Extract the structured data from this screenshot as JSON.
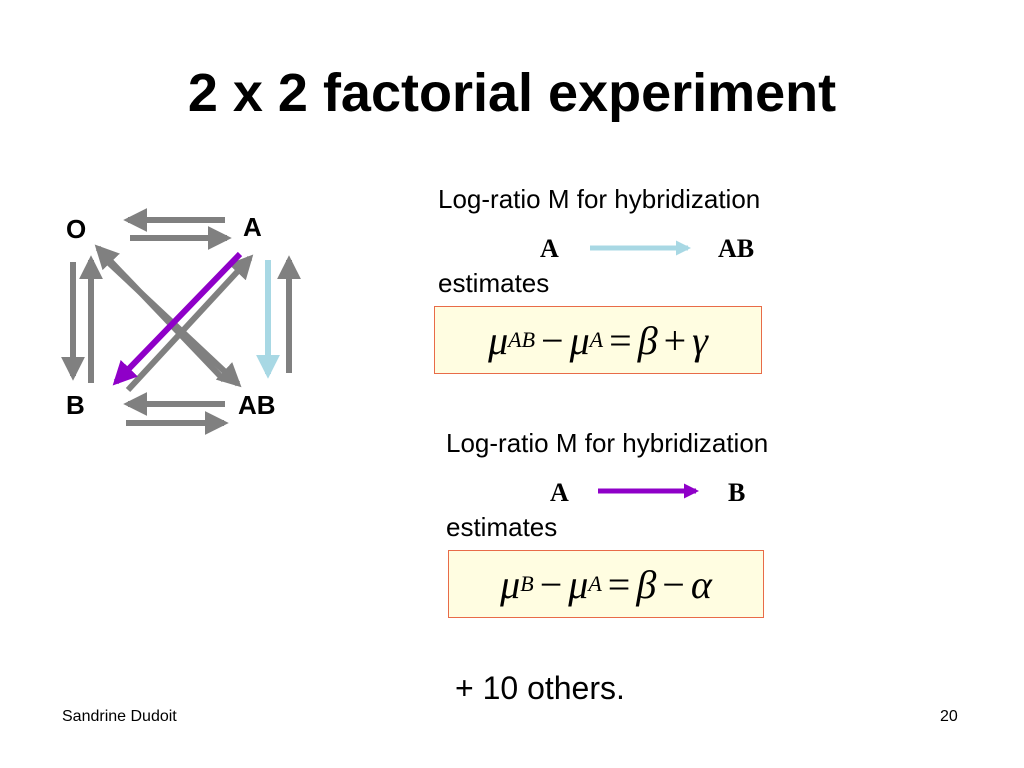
{
  "slide": {
    "title": "2 x 2 factorial experiment",
    "footer_author": "Sandrine Dudoit",
    "page_number": "20"
  },
  "diagram": {
    "nodes": {
      "o": "O",
      "a": "A",
      "b": "B",
      "ab": "AB"
    },
    "colors": {
      "gray": "#808080",
      "purple": "#8f00c8",
      "light_blue": "#a8d8e4"
    }
  },
  "block1": {
    "heading": "Log-ratio M  for hybridization",
    "from": "A",
    "to": "AB",
    "estimates": "estimates",
    "arrow_color": "#a8d8e4",
    "equation": {
      "mu1": "μ",
      "sub1": "AB",
      "minus": "−",
      "mu2": "μ",
      "sub2": "A",
      "eq": "=",
      "v1": "β",
      "op": "+",
      "v2": "γ"
    }
  },
  "block2": {
    "heading": "Log-ratio M  for hybridization",
    "from": "A",
    "to": "B",
    "estimates": "estimates",
    "arrow_color": "#8f00c8",
    "equation": {
      "mu1": "μ",
      "sub1": "B",
      "minus": "−",
      "mu2": "μ",
      "sub2": "A",
      "eq": "=",
      "v1": "β",
      "op": "−",
      "v2": "α"
    }
  },
  "others": "+ 10 others."
}
